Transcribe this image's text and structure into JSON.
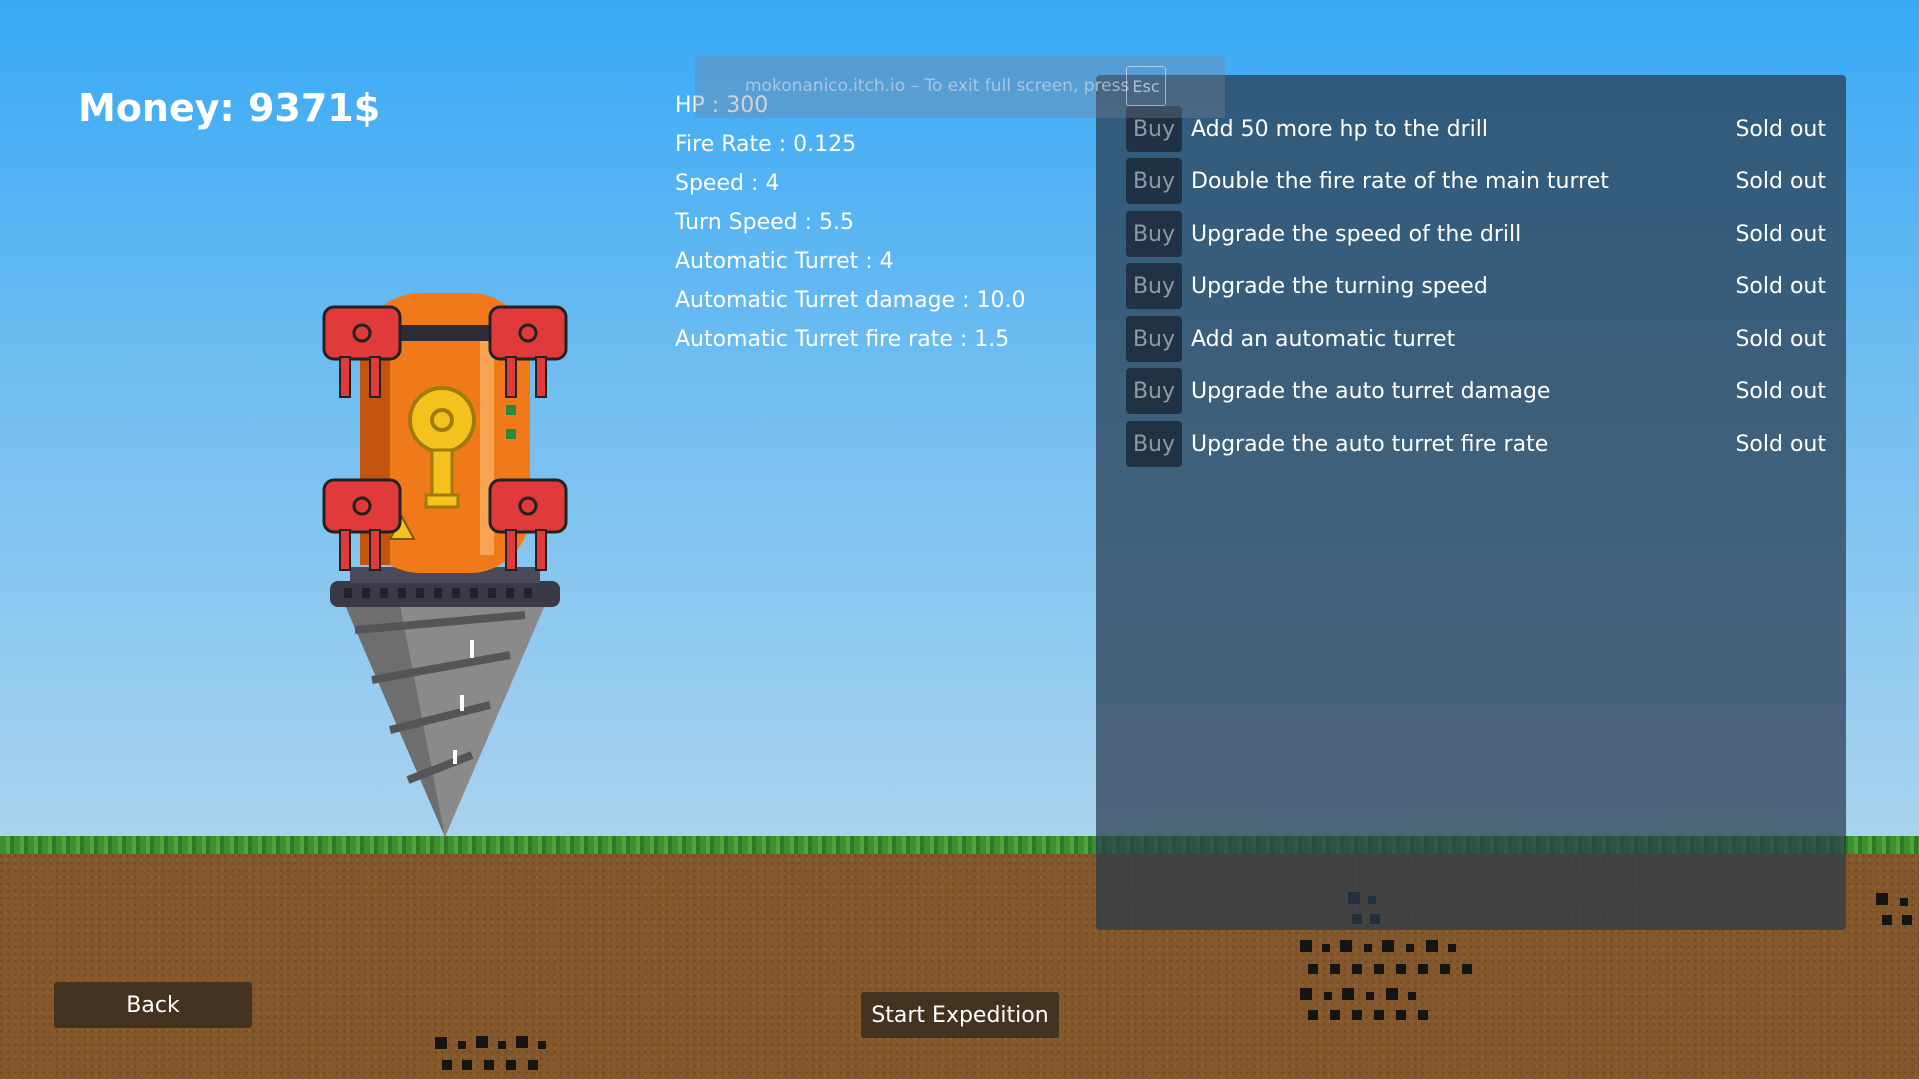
{
  "money": "Money: 9371$",
  "stats": [
    "HP : 300",
    "Fire Rate : 0.125",
    "Speed : 4",
    "Turn Speed : 5.5",
    "Automatic Turret : 4",
    "Automatic Turret damage : 10.0",
    "Automatic Turret fire rate : 1.5"
  ],
  "fullscreen_notice": {
    "text": "mokonanico.itch.io – To exit full screen, press",
    "key": "Esc"
  },
  "shop": {
    "buy_label": "Buy",
    "items": [
      {
        "desc": "Add 50 more hp to the drill",
        "price": "Sold out"
      },
      {
        "desc": "Double the fire rate of the main turret",
        "price": "Sold out"
      },
      {
        "desc": "Upgrade the speed of the drill",
        "price": "Sold out"
      },
      {
        "desc": "Upgrade the turning speed",
        "price": "Sold out"
      },
      {
        "desc": "Add an automatic turret",
        "price": "Sold out"
      },
      {
        "desc": "Upgrade the auto turret damage",
        "price": "Sold out"
      },
      {
        "desc": "Upgrade the auto turret fire rate",
        "price": "Sold out"
      }
    ]
  },
  "buttons": {
    "back": "Back",
    "start": "Start Expedition"
  },
  "colors": {
    "sky_top": "#38a9f7",
    "grass": "#4fa43b",
    "dirt": "#84582a",
    "drill_body": "#f07a1a",
    "turret": "#e03a3a",
    "drill_bit": "#8a8a8a"
  }
}
